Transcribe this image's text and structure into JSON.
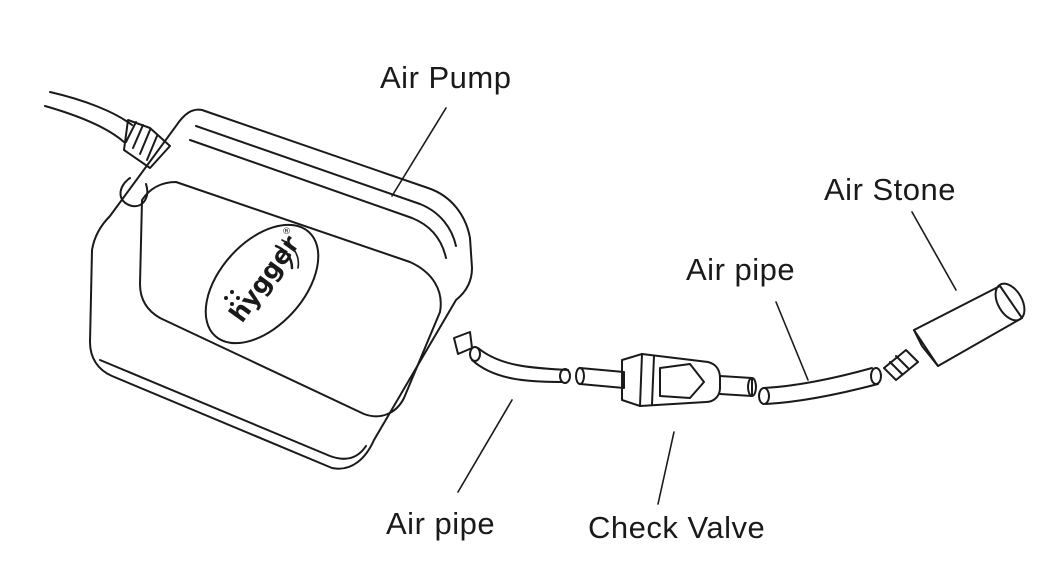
{
  "labels": {
    "air_pump": "Air Pump",
    "air_stone": "Air Stone",
    "air_pipe_upper": "Air pipe",
    "air_pipe_lower": "Air pipe",
    "check_valve": "Check Valve"
  },
  "brand": {
    "logo_text": "hygger",
    "registered_mark": "®"
  },
  "colors": {
    "stroke": "#1a1a1a",
    "background": "#ffffff"
  }
}
